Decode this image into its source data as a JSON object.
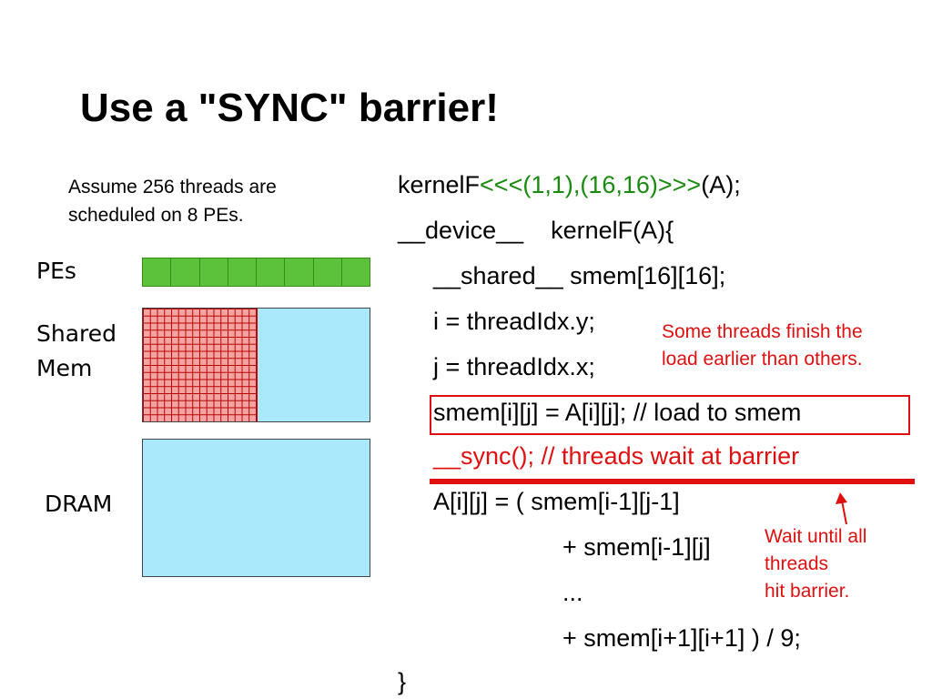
{
  "slide": {
    "title": "Use a \"SYNC\" barrier!",
    "assumption_line1": "Assume 256 threads are",
    "assumption_line2": "scheduled on 8 PEs."
  },
  "diagram": {
    "pes_label": "PEs",
    "shared_label_line1": "Shared",
    "shared_label_line2": "Mem",
    "dram_label": "DRAM",
    "pe_count": 8,
    "smem_grid_cells": "16x16",
    "colors": {
      "pe": "#5cc23c",
      "smem_grid": "#f4a3a3",
      "memory": "#aae8fb",
      "highlight": "#e01010",
      "launch_config": "#1a8a10"
    }
  },
  "code": {
    "l1_prefix": "kernelF",
    "l1_config": "<<<(1,1),(16,16)>>>",
    "l1_suffix": "(A);",
    "l2": "__device__    kernelF(A){",
    "l3": "__shared__ smem[16][16];",
    "l4": "i = threadIdx.y;",
    "l5": "j = threadIdx.x;",
    "l6": "smem[i][j] = A[i][j]; // load to smem",
    "l7": "__sync(); // threads wait at barrier",
    "l8": "A[i][j] = ( smem[i-1][j-1]",
    "l9": "+ smem[i-1][j]",
    "l10": "...",
    "l11": "+ smem[i+1][i+1] ) / 9;",
    "l12": "}"
  },
  "notes": {
    "finish_line1": "Some threads finish the",
    "finish_line2": "load earlier than others.",
    "wait_line1": "Wait until all",
    "wait_line2": "threads",
    "wait_line3": "hit barrier."
  }
}
